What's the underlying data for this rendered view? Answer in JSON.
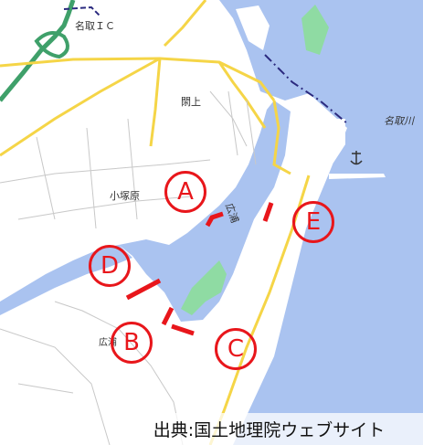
{
  "map": {
    "place_labels": {
      "ic": "名取ＩＣ",
      "sekiue": "閖上",
      "kozukahara": "小塚原",
      "hiroura": "広浦",
      "natorigawa": "名取川",
      "bottom": "広浦"
    },
    "markers": [
      "A",
      "B",
      "C",
      "D",
      "E"
    ],
    "credit": "出典:国土地理院ウェブサイト",
    "colors": {
      "sea": "#aac3f0",
      "water": "#aac3f0",
      "land": "#ffffff",
      "major_road": "#f5d547",
      "expressway": "#3fa06a",
      "forest": "#8fdba3",
      "marker_red": "#e8161b",
      "boundary": "#2b2a7f"
    },
    "icons": [
      "anchor-icon"
    ]
  }
}
